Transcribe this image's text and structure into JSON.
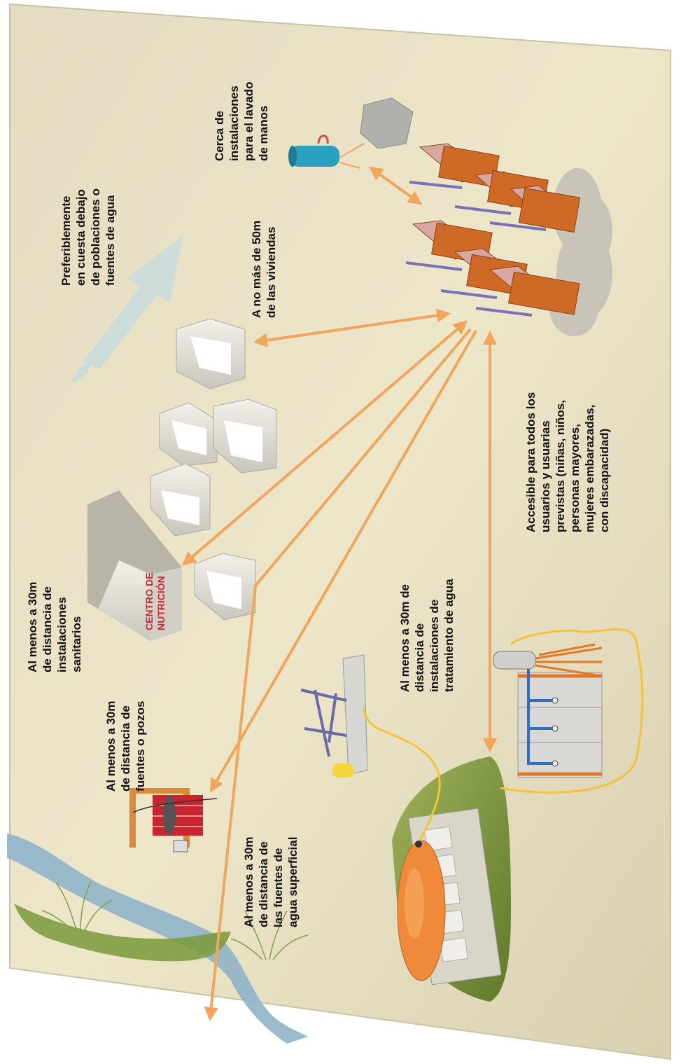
{
  "labels": {
    "preferiblemente": [
      "Preferiblemente",
      "en cuesta debajo",
      "de poblaciones o",
      "fuentes de agua"
    ],
    "cerca": [
      "Cerca de",
      "instalaciones",
      "para el lavado",
      "de manos"
    ],
    "no_mas": [
      "A no más de 50m",
      "de las viviendas"
    ],
    "accesible": [
      "Accesible para todos los",
      "usuarios y usuarias",
      "previstas (niñas, niños,",
      "personas mayores,",
      "mujeres embarazadas,",
      "con discapacidad)"
    ],
    "centro": [
      "CENTRO DE",
      "NUTRICIÓN"
    ],
    "sanitarios": [
      "Al menos a 30m",
      "de distancia de",
      "instalaciones",
      "sanitarios"
    ],
    "pozos": [
      "Al menos a 30m",
      "de distancia de",
      "fuentes o pozos"
    ],
    "tratamiento": [
      "Al menos a 30m de",
      "distancia de",
      "instalaciones de",
      "tratamiento de agua"
    ],
    "superficial": [
      "Al menos a 30m",
      "de distancia de",
      "las fuentes de",
      "agua superficial"
    ]
  },
  "colors": {
    "background": "#e9e2c3",
    "arrow": "#f2a65c",
    "pipe": "#f5c33a",
    "accent_red": "#d0282e",
    "latrine_wood": "#cf6a26",
    "river": "#8fb4c9",
    "grass": "#7a9a3a"
  }
}
